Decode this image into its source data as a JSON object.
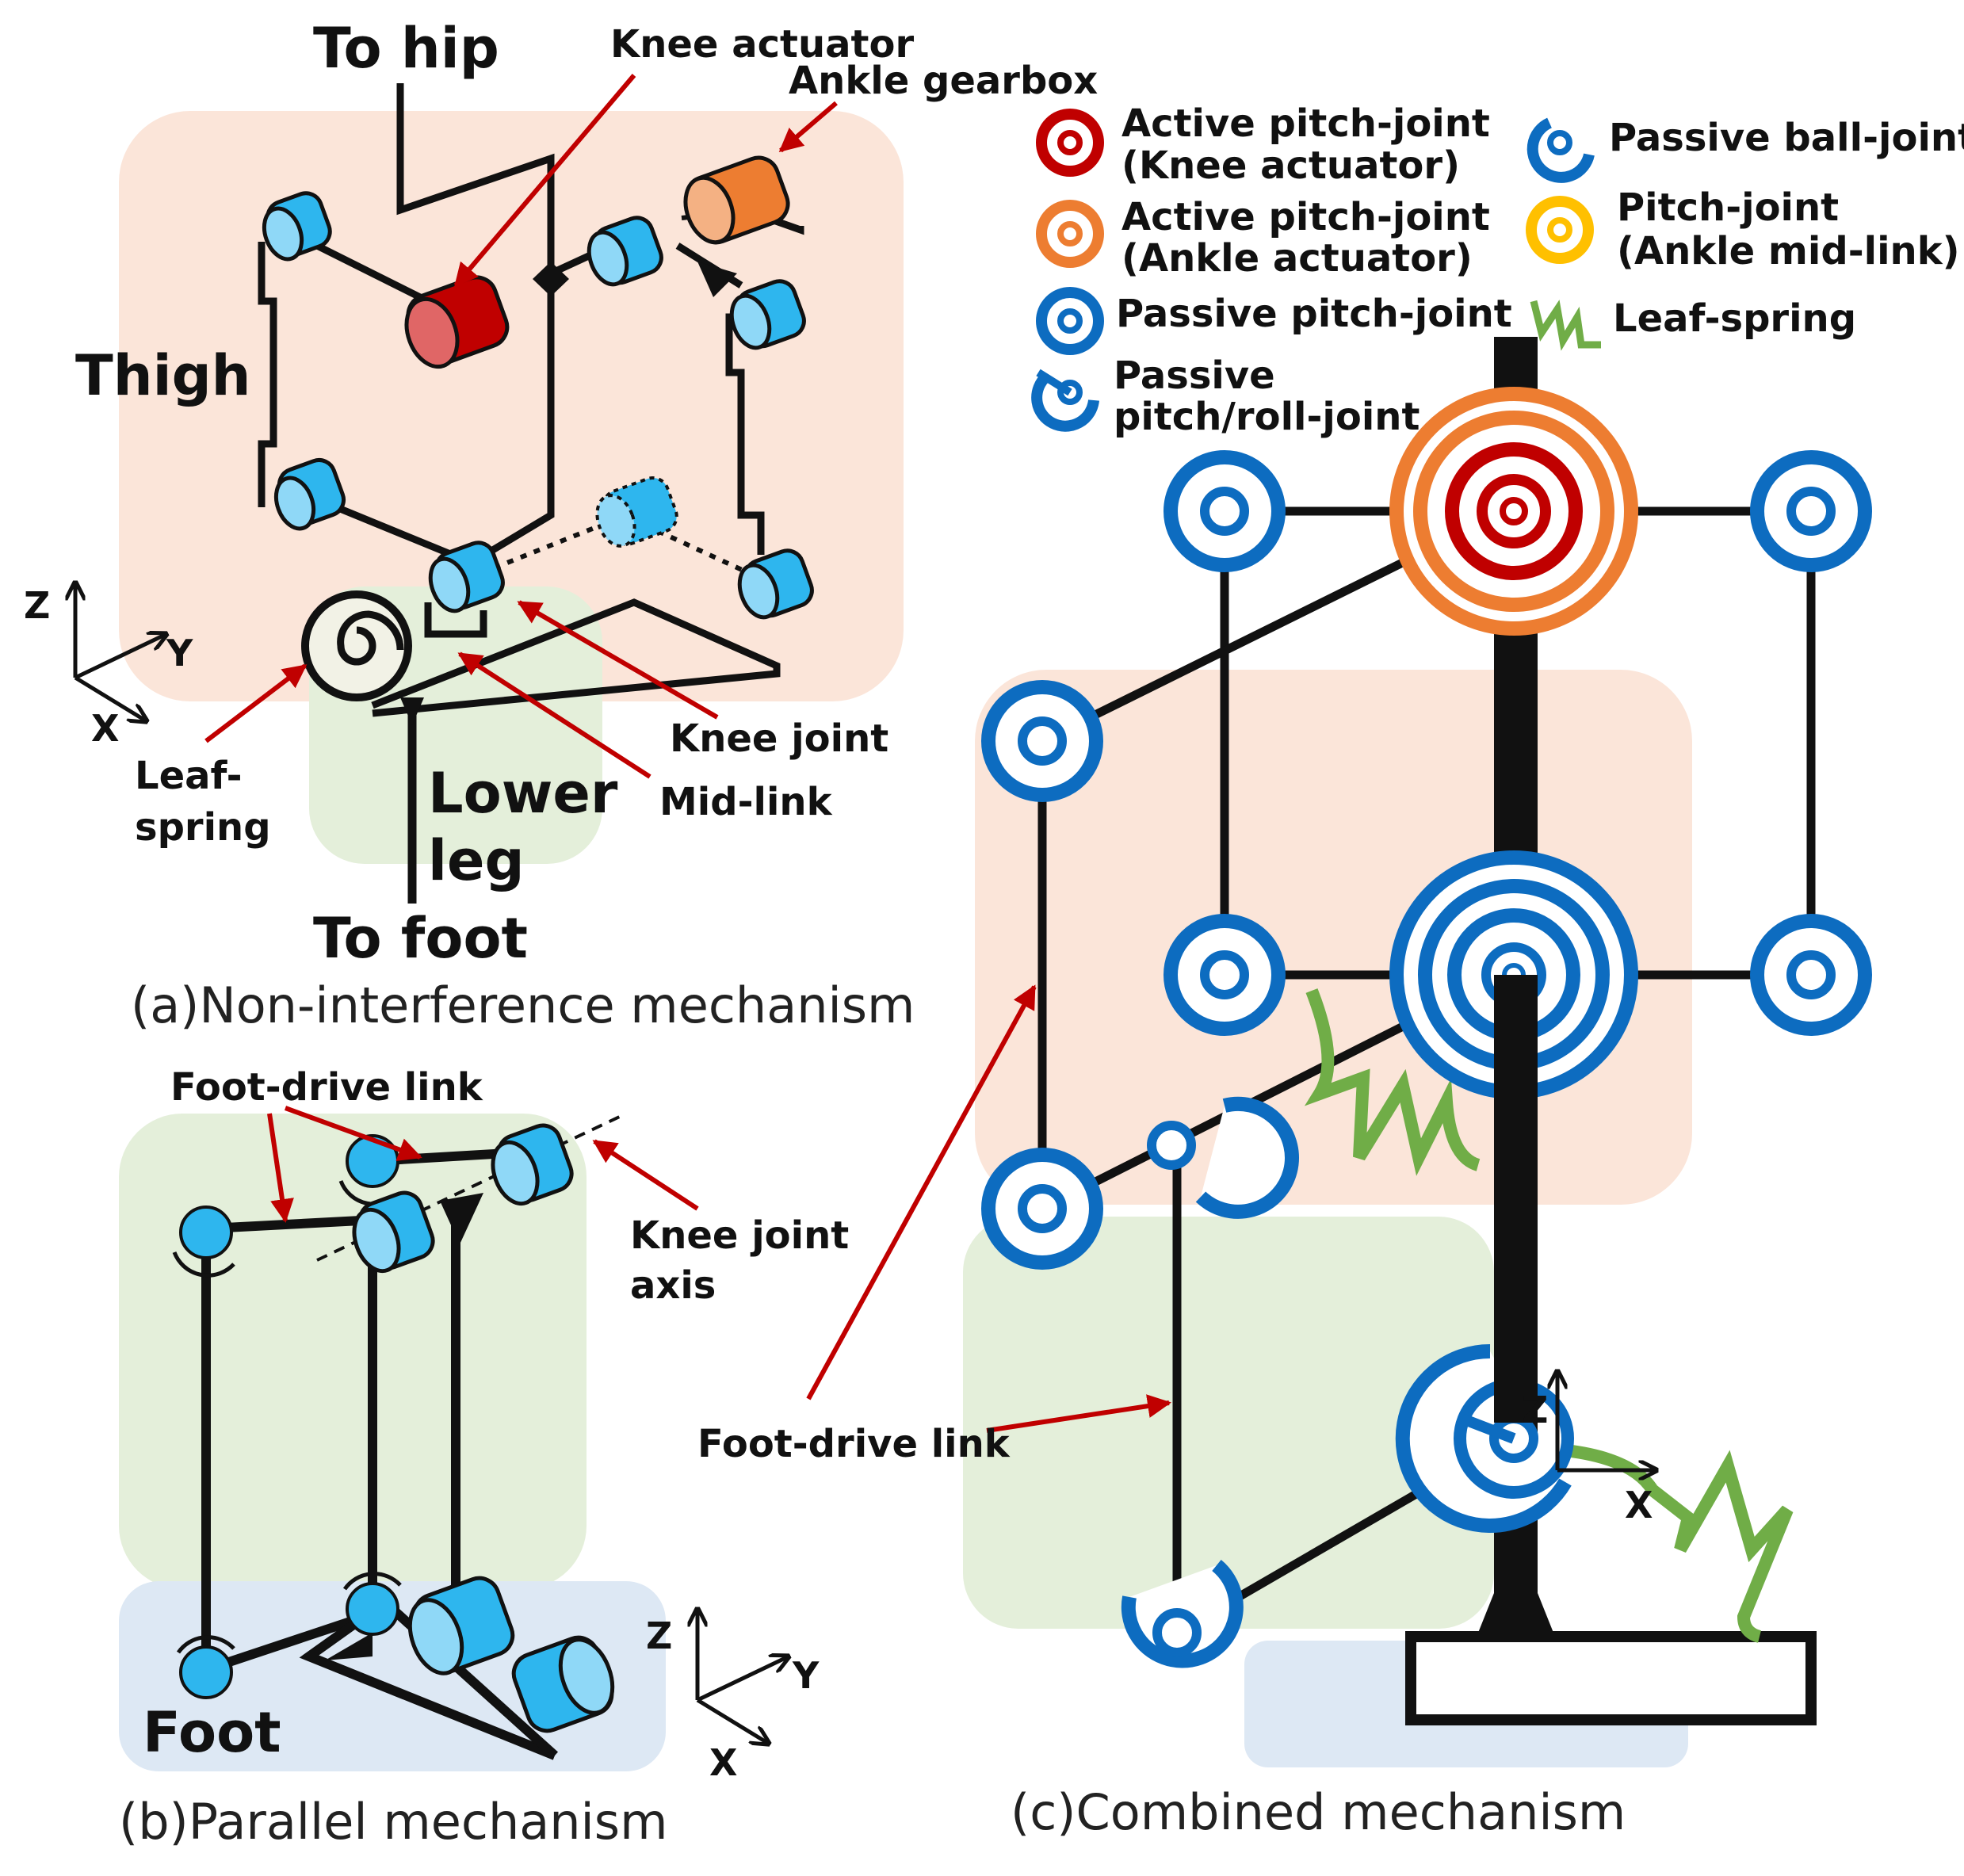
{
  "panel_a": {
    "to_hip": "To hip",
    "knee_actuator": "Knee actuator",
    "ankle_gearbox": "Ankle gearbox",
    "thigh": "Thigh",
    "lower_leg_1": "Lower",
    "lower_leg_2": "leg",
    "to_foot": "To foot",
    "leaf_spring_1": "Leaf-",
    "leaf_spring_2": "spring",
    "knee_joint": "Knee joint",
    "mid_link": "Mid-link",
    "axis_z": "Z",
    "axis_y": "Y",
    "axis_x": "X",
    "caption": "(a)Non-interference mechanism"
  },
  "panel_b": {
    "foot_drive_link": "Foot-drive link",
    "knee_joint_axis_1": "Knee joint",
    "knee_joint_axis_2": "axis",
    "foot": "Foot",
    "axis_z": "Z",
    "axis_y": "Y",
    "axis_x": "X",
    "caption": "(b)Parallel mechanism"
  },
  "panel_c": {
    "foot_drive_link": "Foot-drive link",
    "axis_z": "Z",
    "axis_x": "X",
    "caption": "(c)Combined mechanism"
  },
  "legend": {
    "active_knee_1": "Active pitch-joint",
    "active_knee_2": "(Knee actuator)",
    "active_ankle_1": "Active pitch-joint",
    "active_ankle_2": "(Ankle actuator)",
    "passive_pitch": "Passive pitch-joint",
    "passive_pitch_roll_1": "Passive",
    "passive_pitch_roll_2": "pitch/roll-joint",
    "passive_ball": "Passive ball-joint",
    "pitch_mid_1": "Pitch-joint",
    "pitch_mid_2": "(Ankle mid-link)",
    "leaf_spring": "Leaf-spring"
  },
  "colors": {
    "thigh_region": "#fbe5d9",
    "leg_region": "#e4efda",
    "foot_region": "#dde8f4",
    "joint_blue": "#0d6cc0",
    "cylinder_blue": "#2eb6ee",
    "knee_red": "#c00000",
    "ankle_orange": "#ed7d31",
    "mid_yellow": "#ffc000",
    "spring_green": "#70ad47",
    "arrow_red": "#c00000"
  }
}
